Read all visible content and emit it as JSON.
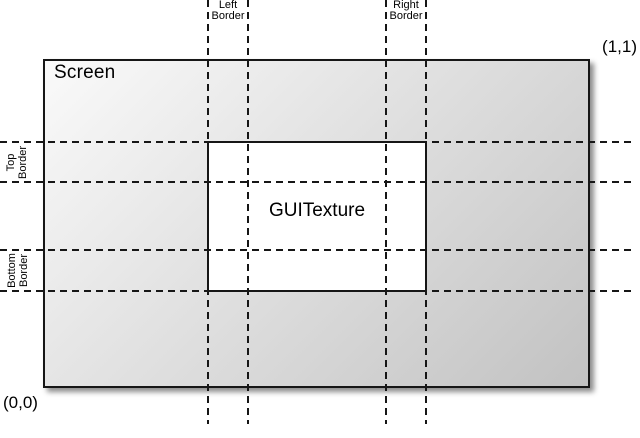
{
  "labels": {
    "screen": "Screen",
    "guitexture": "GUITexture",
    "origin_coord": "(0,0)",
    "top_right_coord": "(1,1)",
    "left_border": {
      "line1": "Left",
      "line2": "Border"
    },
    "right_border": {
      "line1": "Right",
      "line2": "Border"
    },
    "top_border": {
      "line1": "Top",
      "line2": "Border"
    },
    "bottom_border": {
      "line1": "Bottom",
      "line2": "Border"
    }
  },
  "colors": {
    "line": "#161616",
    "text": "#000000",
    "screen_gradient_start": "#fafafa",
    "screen_gradient_end": "#c2c2c2",
    "texture_fill": "#ffffff",
    "background": "#ffffff"
  }
}
